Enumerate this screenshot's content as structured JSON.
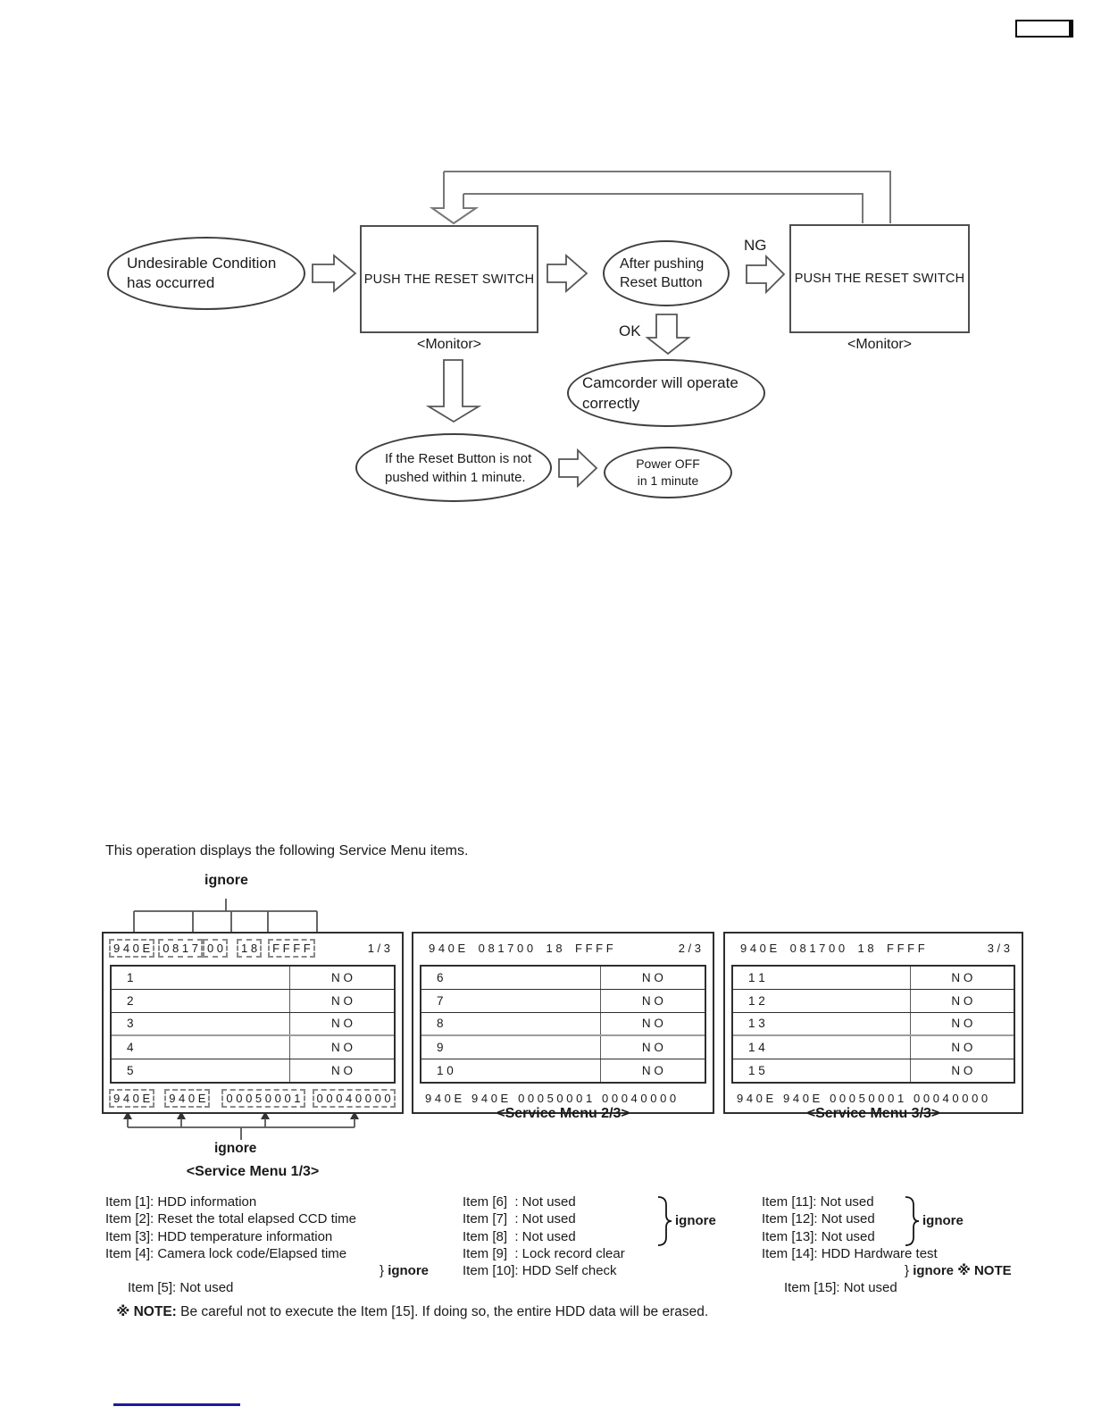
{
  "colors": {
    "link_line": "#1b1b9e",
    "text": "#1a1a1a"
  },
  "flowchart": {
    "start": {
      "line1": "Undesirable Condition",
      "line2": "has occurred"
    },
    "push1": "PUSH THE RESET SWITCH",
    "monitor1": "<Monitor>",
    "after": {
      "line1": "After pushing",
      "line2": "Reset Button"
    },
    "ng": "NG",
    "push2": "PUSH THE RESET SWITCH",
    "monitor2": "<Monitor>",
    "ok": "OK",
    "correct": {
      "line1": "Camcorder will operate",
      "line2": "correctly"
    },
    "timeout": {
      "line1": "If the Reset Button is not",
      "line2": "pushed within 1 minute."
    },
    "poweroff": {
      "line1": "Power OFF",
      "line2": "in 1 minute"
    }
  },
  "service_menu": {
    "intro": "This operation displays the following Service Menu items.",
    "ignore_top": "ignore",
    "ignore_bottom": "ignore",
    "tables": [
      {
        "header_groups": [
          "9 4 0 E",
          "0 8 1 7",
          "0 0",
          "1 8",
          "F F F F"
        ],
        "page": "1 / 3",
        "rows": [
          {
            "no": "1",
            "value": "N O"
          },
          {
            "no": "2",
            "value": "N O"
          },
          {
            "no": "3",
            "value": "N O"
          },
          {
            "no": "4",
            "value": "N O"
          },
          {
            "no": "5",
            "value": "N O"
          }
        ],
        "footer_groups": [
          "9 4 0 E",
          "9 4 0 E",
          "0 0 0 5 0 0 0 1",
          "0 0 0 4 0 0 0 0"
        ],
        "caption": "<Service Menu 1/3>"
      },
      {
        "header_text": "9 4 0 E    0 8 1 7 0 0    1 8    F F F F",
        "page": "2 / 3",
        "rows": [
          {
            "no": "6",
            "value": "N O"
          },
          {
            "no": "7",
            "value": "N O"
          },
          {
            "no": "8",
            "value": "N O"
          },
          {
            "no": "9",
            "value": "N O"
          },
          {
            "no": "1 0",
            "value": "N O"
          }
        ],
        "footer_text": "9 4 0 E   9 4 0 E   0 0 0 5 0 0 0 1   0 0 0 4 0 0 0 0",
        "caption": "<Service Menu 2/3>"
      },
      {
        "header_text": "9 4 0 E    0 8 1 7 0 0    1 8    F F F F",
        "page": "3 / 3",
        "rows": [
          {
            "no": "1 1",
            "value": "N O"
          },
          {
            "no": "1 2",
            "value": "N O"
          },
          {
            "no": "1 3",
            "value": "N O"
          },
          {
            "no": "1 4",
            "value": "N O"
          },
          {
            "no": "1 5",
            "value": "N O"
          }
        ],
        "footer_text": "9 4 0 E   9 4 0 E   0 0 0 5 0 0 0 1   0 0 0 4 0 0 0 0",
        "caption": "<Service Menu 3/3>"
      }
    ]
  },
  "items": {
    "col1": [
      "Item [1]: HDD information",
      "Item [2]: Reset the total elapsed CCD time",
      "Item [3]: HDD temperature information",
      "Item [4]: Camera lock code/Elapsed time",
      "Item [5]: Not used"
    ],
    "col1_brace": "} ",
    "col1_ignore": "ignore",
    "col2": [
      "Item [6]  : Not used",
      "Item [7]  : Not used",
      "Item [8]  : Not used",
      "Item [9]  : Lock record clear",
      "Item [10]: HDD Self check"
    ],
    "col2_ignore": "ignore",
    "col3": [
      "Item [11]: Not used",
      "Item [12]: Not used",
      "Item [13]: Not used",
      "Item [14]: HDD Hardware test",
      "Item [15]: Not used"
    ],
    "col3_ignore": "ignore",
    "col3_brace": "} ",
    "col3_item15_suffix": "ignore ※ NOTE",
    "note_label": "※ NOTE:",
    "note_text": " Be careful not to execute the Item [15]. If doing so, the entire HDD data will be erased."
  }
}
